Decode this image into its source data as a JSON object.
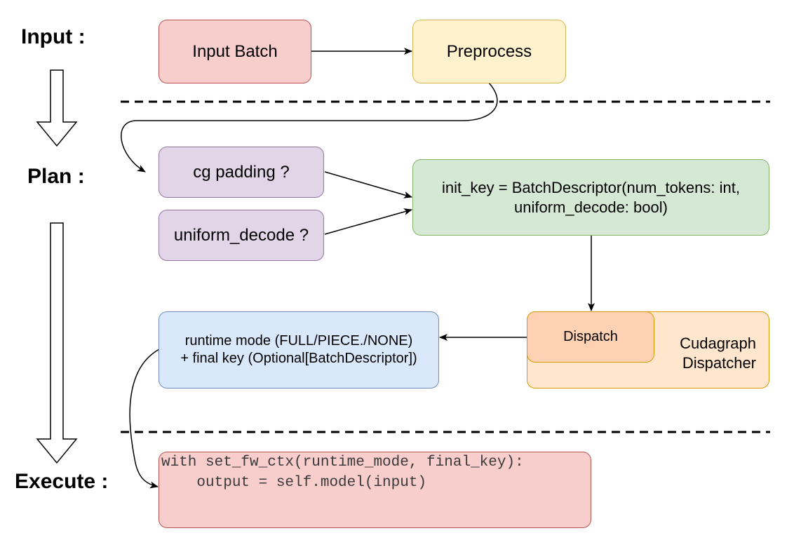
{
  "stages": {
    "input": "Input :",
    "plan": "Plan :",
    "execute": "Execute :"
  },
  "nodes": {
    "input_batch": "Input Batch",
    "preprocess": "Preprocess",
    "cg_padding": "cg padding ?",
    "uniform_decode": "uniform_decode ?",
    "init_key": {
      "line1": "init_key = BatchDescriptor(num_tokens: int,",
      "line2": "uniform_decode: bool)"
    },
    "dispatch": "Dispatch",
    "cudagraph_dispatcher": {
      "line1": "Cudagraph",
      "line2": "Dispatcher"
    },
    "runtime_mode": {
      "line1": "runtime mode (FULL/PIECE./NONE)",
      "line2": "+ final key (Optional[BatchDescriptor])"
    },
    "execute_code": {
      "line1": "with set_fw_ctx(runtime_mode, final_key):",
      "line2": "    output = self.model(input)"
    }
  },
  "colors": {
    "red_fill": "#f8cecc",
    "red_stroke": "#b85450",
    "yellow_fill": "#fff2cc",
    "yellow_stroke": "#d6b656",
    "purple_fill": "#e1d5e7",
    "purple_stroke": "#9673a6",
    "green_fill": "#d5e8d4",
    "green_stroke": "#82b366",
    "blue_fill": "#dae8fc",
    "blue_stroke": "#6c8ebf",
    "orange_fill": "#ffe6cc",
    "orange_stroke": "#d79b00",
    "connector": "#000000"
  }
}
